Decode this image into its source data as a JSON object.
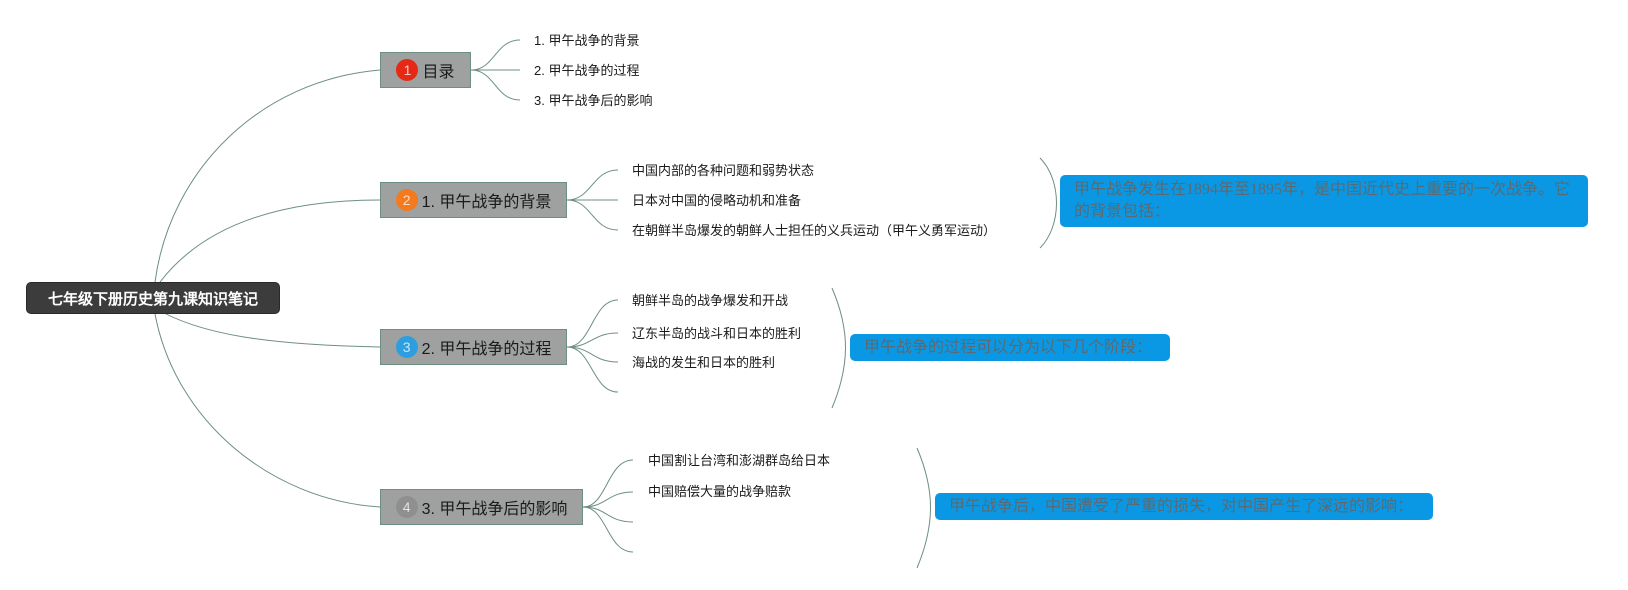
{
  "root": {
    "label": "七年级下册历史第九课知识笔记"
  },
  "colors": {
    "root_fill": "#3c3c3c",
    "topic_fill": "#9ea19f",
    "line": "#6d8f80",
    "note_fill": "#0a98e4",
    "badge_1": "#e52914",
    "badge_2": "#f37a1f",
    "badge_3": "#2d9fe0",
    "badge_4": "#8f8f8f"
  },
  "topics": [
    {
      "badge": "1",
      "label": "目录",
      "children": [
        "1. 甲午战争的背景",
        "2. 甲午战争的过程",
        "3. 甲午战争后的影响"
      ]
    },
    {
      "badge": "2",
      "label": "1. 甲午战争的背景",
      "children": [
        "中国内部的各种问题和弱势状态",
        "日本对中国的侵略动机和准备",
        "在朝鲜半岛爆发的朝鲜人士担任的义兵运动（甲午义勇军运动）"
      ],
      "note": "甲午战争发生在1894年至1895年，是中国近代史上重要的一次战争。它的背景包括："
    },
    {
      "badge": "3",
      "label": "2. 甲午战争的过程",
      "children": [
        "朝鲜半岛的战争爆发和开战",
        "辽东半岛的战斗和日本的胜利",
        "海战的发生和日本的胜利",
        ""
      ],
      "note": "甲午战争的过程可以分为以下几个阶段："
    },
    {
      "badge": "4",
      "label": "3. 甲午战争后的影响",
      "children": [
        "中国割让台湾和澎湖群岛给日本",
        "中国赔偿大量的战争赔款",
        "",
        ""
      ],
      "note": "甲午战争后，中国遭受了严重的损失，对中国产生了深远的影响："
    }
  ]
}
